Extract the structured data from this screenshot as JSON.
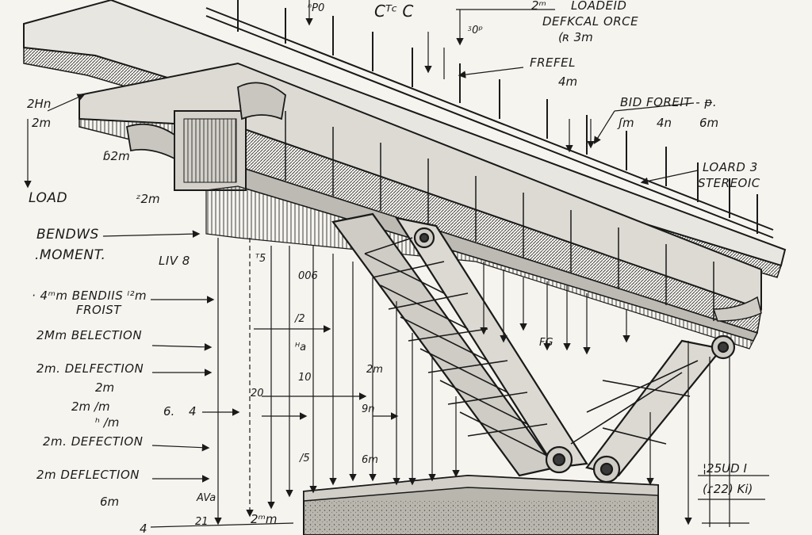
{
  "colors": {
    "ink": "#1a1a1a",
    "paper": "#f6f4ef",
    "steel_dark": "#3a3a3a",
    "steel_mid": "#8a8a8a",
    "concrete": "#b9b6ae"
  },
  "labels": {
    "top_fragment_p": "ⁿP0",
    "top_fragment_c": "Cᵀᶜ C",
    "top_2m": "2ᵐ",
    "loaded": "LOADEID",
    "defkcal_force": "DEFKCAL ORCE",
    "r_3m": "(ʀ       3m",
    "top_left_fragment": "ᶾ0ᵖ",
    "frefel": "FREFEL",
    "frefel_4m": "4m",
    "bid_foreit": "BID FOREIT - ᵽ.",
    "bid_m": "ʃm",
    "bid_4n": "4n",
    "bid_6m": "6m",
    "load3": "LOARD 3",
    "stereic": "STEREOIC",
    "left_2m": "2Hn",
    "left_2m_b": "2m",
    "left_62m": "ɓ2m",
    "load": "LOAD",
    "left_z2m": "ᶻ2m",
    "bending": "BENDWS",
    "moment": ".MOMENT.",
    "liv8": "LIV 8",
    "bend_frost_a": "· 4ᵐm BENDIIS ˡ²m",
    "bend_frost_b": "FROIST",
    "defl_1": "2Mm  BELECTION",
    "defl_2": "2m.  DELFECTION",
    "defl_2_sub": "2m",
    "dim_2m_1m": "2m /m",
    "dim_2m_1m_b": "ʰ /m",
    "dim_6": "6.",
    "dim_4": "4",
    "defl_3": "2m.  DEFECTION",
    "defl_4": "2m  DEFLECTION",
    "six_m": "6m",
    "bottom_4": "4",
    "bottom_ava": "AVa",
    "bottom_21": "21",
    "bottom_2m": "2ᵐm",
    "right_box_a": "¦25UD  I",
    "right_box_b": "(ɾ22) Ki)",
    "mid_12": "/2",
    "mid_2m": "2m",
    "mid_6m": "6m",
    "mid_5": "/5",
    "mid_fg": "FG",
    "mid_9n": "9n",
    "mid_006": "006",
    "mid_t5": "ᵀ5",
    "mid_10": "10",
    "mid_20": "20",
    "mid_ha": "ᴴa"
  }
}
